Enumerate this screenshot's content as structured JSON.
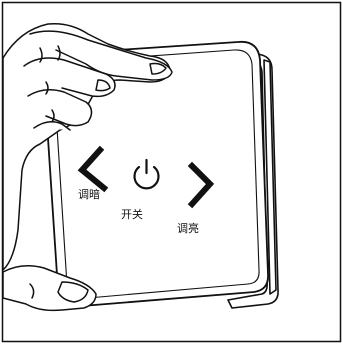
{
  "labels": {
    "dim": "调暗",
    "power": "开关",
    "bright": "调亮"
  },
  "icons": {
    "left": "chevron-left-icon",
    "power": "power-icon",
    "right": "chevron-right-icon"
  },
  "colors": {
    "line": "#111111",
    "background": "#ffffff"
  }
}
